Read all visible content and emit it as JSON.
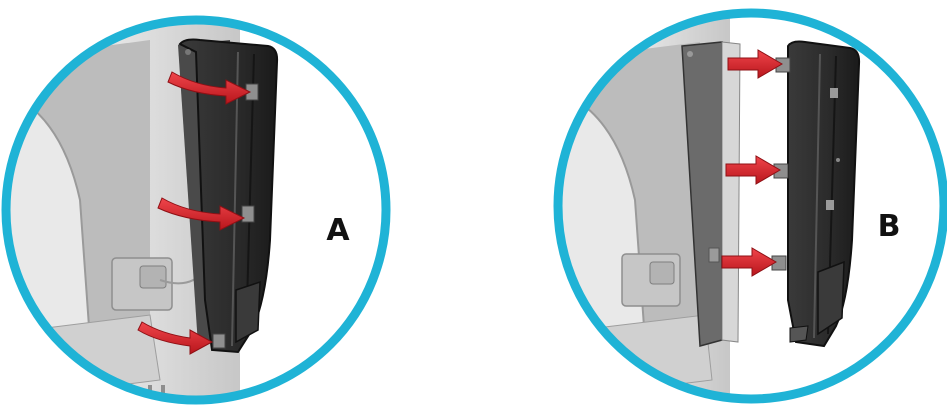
{
  "figure": {
    "panels": [
      {
        "id": "a",
        "label": "A",
        "arrow_count": 3,
        "motion": "pivot-out"
      },
      {
        "id": "b",
        "label": "B",
        "arrow_count": 3,
        "motion": "pull-away"
      }
    ],
    "colors": {
      "ring": "#1fb3d6",
      "arrow": "#e0242b",
      "arrow_dark": "#a31218",
      "housing_light": "#d9d9d9",
      "housing_mid": "#bdbdbd",
      "cover_dark": "#2b2b2b",
      "cover_edge": "#161616",
      "background": "#ffffff"
    }
  }
}
